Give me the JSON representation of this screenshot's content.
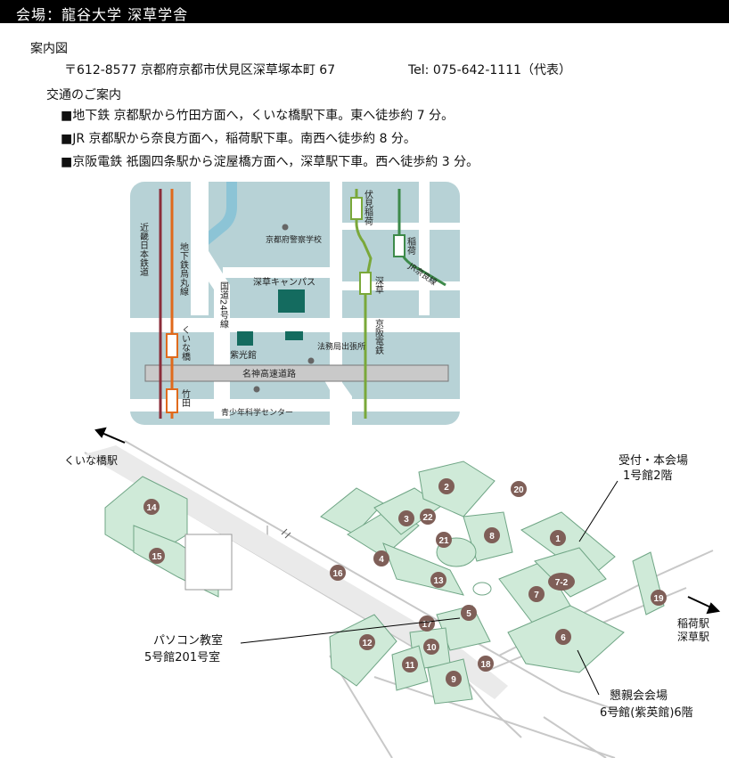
{
  "header": {
    "title": "会場：龍谷大学 深草学舎"
  },
  "guide": {
    "title": "案内図",
    "address": "〒612-8577  京都府京都市伏見区深草塚本町 67",
    "tel": "Tel: 075-642-1111（代表）"
  },
  "access": {
    "title": "交通のご案内",
    "routes": [
      "■地下鉄 京都駅から竹田方面へ，くいな橋駅下車。東へ徒歩約 7 分。",
      "■JR 京都駅から奈良方面へ，稲荷駅下車。南西へ徒歩約 8 分。",
      "■京阪電鉄 祇園四条駅から淀屋橋方面へ，深草駅下車。西へ徒歩約 3 分。"
    ]
  },
  "area_map": {
    "labels": {
      "kintetsu": "近畿日本鉄道",
      "subway": "地下鉄烏丸線",
      "kuinabashi": "くいな橋",
      "takeda": "竹田",
      "route24": "国道24号線",
      "police": "京都府警察学校",
      "campus": "深草キャンパス",
      "shikokan": "紫光館",
      "legal": "法務局出張所",
      "expressway": "名神高速道路",
      "science": "青少年科学センター",
      "fushimi_inari": "伏見稲荷",
      "fukakusa": "深草",
      "keihan": "京阪電鉄",
      "inari": "稲荷",
      "jr_nara": "JR奈良線"
    }
  },
  "campus_map": {
    "to_kuinabashi": "くいな橋駅",
    "to_inari": "稲荷駅",
    "to_fukakusa": "深草駅",
    "callout_reception_1": "受付・本会場",
    "callout_reception_2": "1号館2階",
    "callout_pc_1": "パソコン教室",
    "callout_pc_2": "5号館201号室",
    "callout_party_1": "懇親会会場",
    "callout_party_2": "6号館(紫英館)6階",
    "buildings": [
      "1",
      "2",
      "3",
      "4",
      "5",
      "6",
      "7",
      "7-2",
      "8",
      "9",
      "10",
      "11",
      "12",
      "13",
      "14",
      "15",
      "16",
      "17",
      "18",
      "19",
      "20",
      "21",
      "22"
    ]
  },
  "colors": {
    "header_bg": "#000000",
    "map_bg": "#b7d2d6",
    "river": "#8cc4d6",
    "kintetsu": "#8b2d3a",
    "subway": "#e06a1c",
    "keihan": "#7aa83a",
    "jr": "#3d8a4a",
    "campus_dark": "#146b5f",
    "building_fill": "#cfead8",
    "building_edge": "#6fa585",
    "marker": "#7f5f58"
  }
}
